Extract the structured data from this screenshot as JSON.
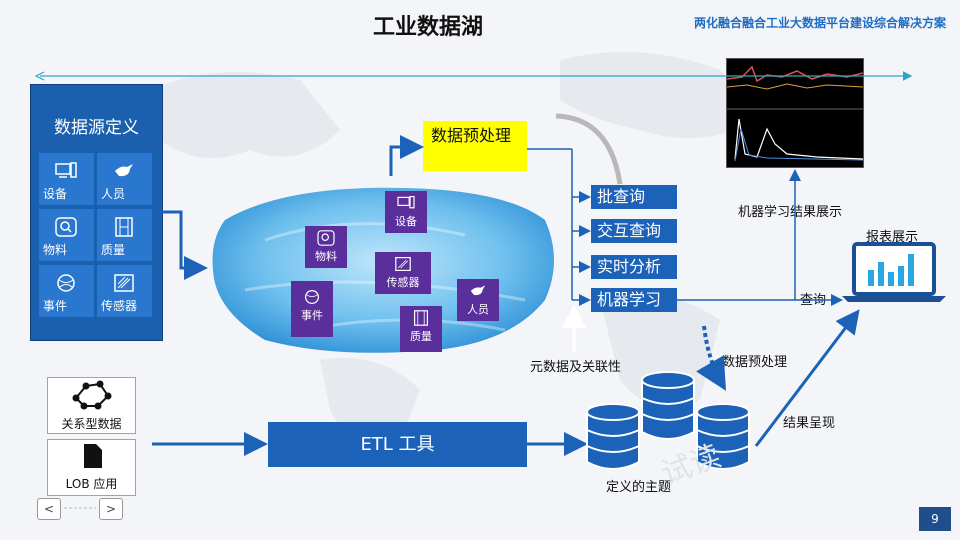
{
  "header": {
    "title": "工业数据湖",
    "subtitle": "两化融合融合工业大数据平台建设综合解决方案"
  },
  "datasource": {
    "title": "数据源定义",
    "tiles": [
      {
        "label": "设备",
        "icon": "device-icon"
      },
      {
        "label": "人员",
        "icon": "bird-icon"
      },
      {
        "label": "物料",
        "icon": "search-icon"
      },
      {
        "label": "质量",
        "icon": "film-icon"
      },
      {
        "label": "事件",
        "icon": "globe-icon"
      },
      {
        "label": "传感器",
        "icon": "sensor-icon"
      }
    ]
  },
  "lake": {
    "tiles": [
      {
        "label": "设备",
        "icon": "device-icon"
      },
      {
        "label": "物料",
        "icon": "search-icon"
      },
      {
        "label": "传感器",
        "icon": "sensor-icon"
      },
      {
        "label": "人员",
        "icon": "bird-icon"
      },
      {
        "label": "事件",
        "icon": "globe-icon"
      },
      {
        "label": "质量",
        "icon": "film-icon"
      }
    ]
  },
  "preprocess": {
    "label": "数据预处理"
  },
  "queries": [
    "批查询",
    "交互查询",
    "实时分析",
    "机器学习"
  ],
  "labels": {
    "metadata": "元数据及关联性",
    "ml_display": "机器学习结果展示",
    "report": "报表展示",
    "query": "查询",
    "data_prep": "数据预处理",
    "result": "结果呈现",
    "topics": "定义的主题"
  },
  "etl": {
    "label": "ETL 工具"
  },
  "sources": [
    {
      "label": "关系型数据",
      "icon": "graph-icon"
    },
    {
      "label": "LOB 应用",
      "icon": "document-icon"
    }
  ],
  "nav": {
    "prev": "<",
    "next": ">"
  },
  "page": {
    "number": "9"
  },
  "watermark": "试读",
  "colors": {
    "blue": "#1b62b8",
    "purple": "#5a2f9c",
    "yellow": "#ffff00",
    "accent": "#1f6cc4"
  }
}
